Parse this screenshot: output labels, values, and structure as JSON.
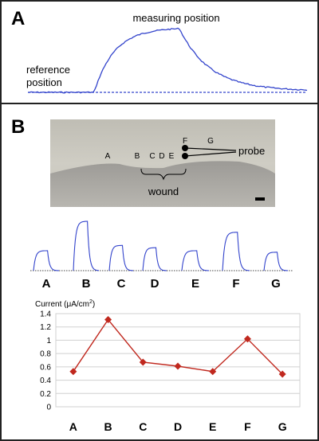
{
  "panel_a": {
    "letter": "A",
    "measuring_label": "measuring position",
    "reference_label_line1": "reference",
    "reference_label_line2": "position"
  },
  "panel_b": {
    "letter": "B",
    "photo": {
      "site_labels": [
        "A",
        "B",
        "C",
        "D",
        "E",
        "F",
        "G"
      ],
      "probe_label": "probe",
      "wound_label": "wound"
    },
    "traces": {
      "labels": [
        "A",
        "B",
        "C",
        "D",
        "E",
        "F",
        "G"
      ]
    }
  },
  "chart_data": {
    "type": "line",
    "categories": [
      "A",
      "B",
      "C",
      "D",
      "E",
      "F",
      "G"
    ],
    "series": [
      {
        "values": [
          0.53,
          1.31,
          0.67,
          0.61,
          0.53,
          1.02,
          0.49
        ],
        "color": "#c0281e"
      }
    ],
    "ylabel_text": "Current (μA/cm",
    "ylabel_sup": "2",
    "ylabel_close": ")",
    "ylim": [
      0,
      1.4
    ],
    "yticks": [
      "0",
      "0.2",
      "0.4",
      "0.6",
      "0.8",
      "1",
      "1.2",
      "1.4"
    ],
    "grid": true,
    "marker": "diamond"
  },
  "colors": {
    "trace": "#3344cc",
    "chart_line": "#c0281e",
    "grid": "#d0d0d0",
    "border": "#222222"
  }
}
